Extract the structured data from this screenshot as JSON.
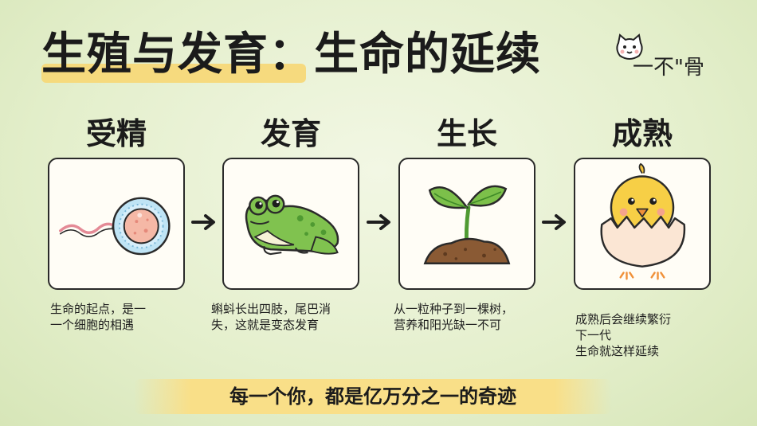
{
  "title": "生殖与发育：生命的延续",
  "brand": "一不\"骨",
  "mascot_icon": "cat-face-icon",
  "stages": [
    {
      "label": "受精",
      "icon": "sperm-egg-icon",
      "desc": "生命的起点，是一\n一个细胞的相遇"
    },
    {
      "label": "发育",
      "icon": "frog-icon",
      "desc": "蝌蚪长出四肢，尾巴消\n失，这就是变态发育"
    },
    {
      "label": "生长",
      "icon": "seedling-icon",
      "desc": "从一粒种子到一棵树，\n营养和阳光缺一不可"
    },
    {
      "label": "成熟",
      "icon": "hatching-chick-icon",
      "desc": "成熟后会继续繁衍\n下一代\n生命就这样延续"
    }
  ],
  "banner": "每一个你，都是亿万分之一的奇迹",
  "colors": {
    "highlight": "#f7d774",
    "background": "#e4efcc",
    "frog": "#7cbf4a",
    "chick": "#f7cf46",
    "egg": "#f5c9b0"
  }
}
